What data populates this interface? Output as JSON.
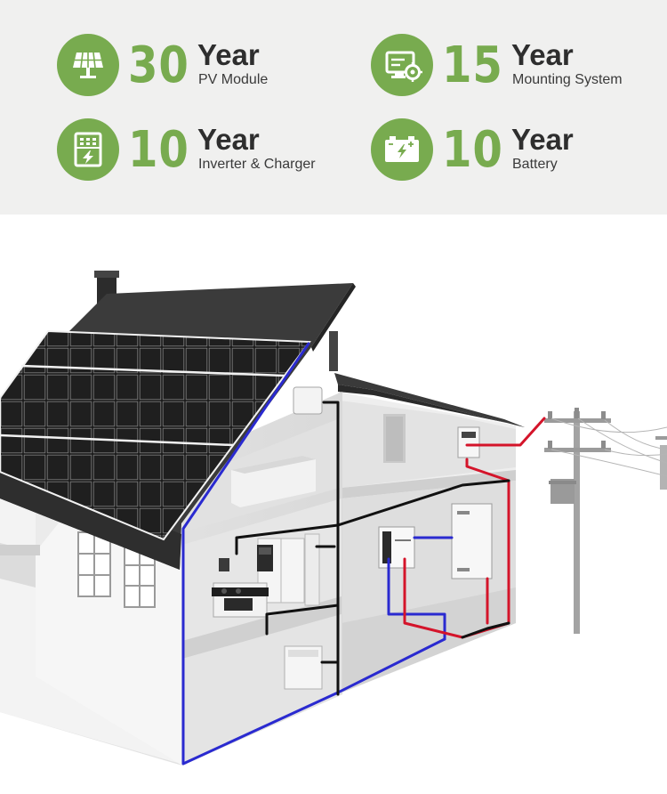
{
  "warranties": [
    {
      "number": "30",
      "unit": "Year",
      "label": "PV Module",
      "icon": "solar-panel-icon"
    },
    {
      "number": "15",
      "unit": "Year",
      "label": "Mounting System",
      "icon": "monitor-gear-icon"
    },
    {
      "number": "10",
      "unit": "Year",
      "label": "Inverter & Charger",
      "icon": "inverter-icon"
    },
    {
      "number": "10",
      "unit": "Year",
      "label": "Battery",
      "icon": "battery-icon"
    }
  ],
  "colors": {
    "accent": "#78ab4f",
    "band_background": "#f0f0ef",
    "heading_text": "#2e2e2e",
    "dc_wire": "#2a2ad0",
    "ac_wire": "#d4142a",
    "roof": "#3a3a3a",
    "panel": "#161616"
  }
}
